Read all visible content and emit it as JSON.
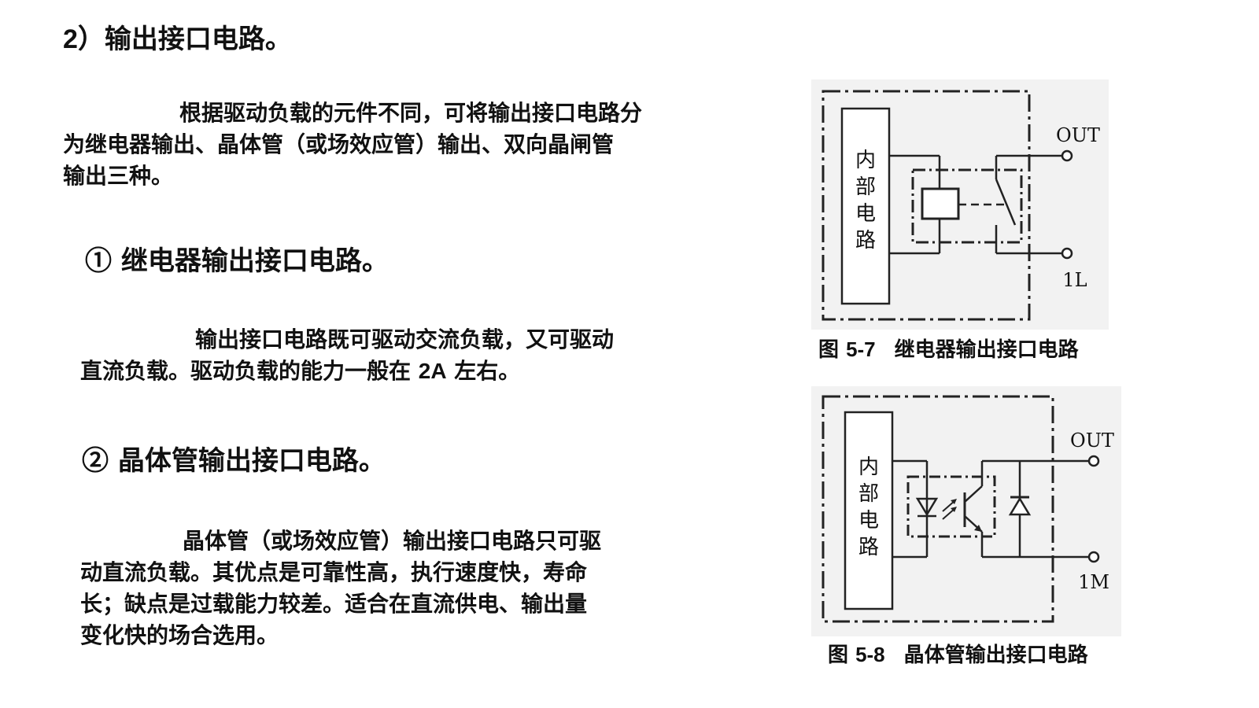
{
  "section": {
    "heading_num": "2",
    "heading_text": "）输出接口电路。",
    "intro": {
      "line1": "根据驱动负载的元件不同，可将输出接口电路分",
      "line2": "为继电器输出、晶体管（或场效应管）输出、双向晶闸管",
      "line3": "输出三种。"
    }
  },
  "relay": {
    "heading": "① 继电器输出接口电路。",
    "line1": "输出接口电路既可驱动交流负载，又可驱动",
    "line2_prefix": "直流负载。驱动负载的能力一般在 ",
    "line2_value": "2A",
    "line2_suffix": " 左右。"
  },
  "transistor": {
    "heading": "② 晶体管输出接口电路。",
    "line1": "晶体管（或场效应管）输出接口电路只可驱",
    "line2": "动直流负载。其优点是可靠性高，执行速度快，寿命",
    "line3": "长；缺点是过载能力较差。适合在直流供电、输出量",
    "line4": "变化快的场合选用。"
  },
  "figure_7": {
    "block_chars": [
      "内",
      "部",
      "电",
      "路"
    ],
    "terminal_out": "OUT",
    "terminal_common": "1L",
    "caption_prefix": "图 ",
    "caption_number": "5-7",
    "caption_title": "继电器输出接口电路"
  },
  "figure_8": {
    "block_chars": [
      "内",
      "部",
      "电",
      "路"
    ],
    "terminal_out": "OUT",
    "terminal_common": "1M",
    "caption_prefix": "图 ",
    "caption_number": "5-8",
    "caption_title": "晶体管输出接口电路"
  },
  "colors": {
    "text": "#111111",
    "background": "#ffffff"
  }
}
